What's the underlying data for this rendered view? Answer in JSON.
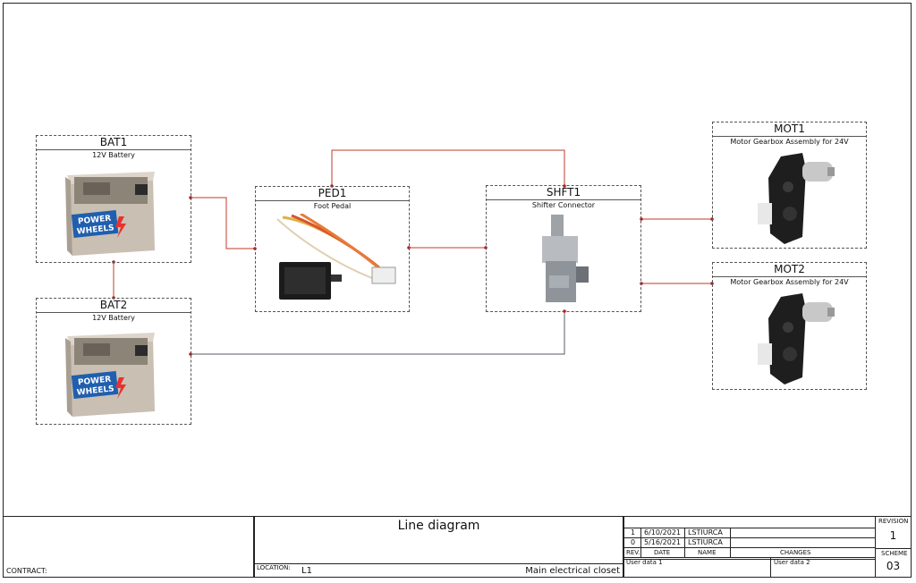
{
  "components": {
    "bat1": {
      "tag": "BAT1",
      "desc": "12V Battery",
      "brand_top": "POWER",
      "brand_bottom": "WHEELS"
    },
    "bat2": {
      "tag": "BAT2",
      "desc": "12V Battery",
      "brand_top": "POWER",
      "brand_bottom": "WHEELS"
    },
    "ped1": {
      "tag": "PED1",
      "desc": "Foot Pedal"
    },
    "shft1": {
      "tag": "SHFT1",
      "desc": "Shifter Connector"
    },
    "mot1": {
      "tag": "MOT1",
      "desc": "Motor Gearbox Assembly for 24V"
    },
    "mot2": {
      "tag": "MOT2",
      "desc": "Motor Gearbox Assembly for 24V"
    }
  },
  "colors": {
    "wire_red": "#c0392b",
    "wire_dark": "#555c66",
    "dot": "#b22222"
  },
  "title_block": {
    "title": "Line diagram",
    "contract_label": "CONTRACT:",
    "location_label": "LOCATION:",
    "location_value": "L1",
    "place": "Main electrical closet",
    "revisions": [
      {
        "rev": "1",
        "date": "6/10/2021",
        "name": "LSTIURCA"
      },
      {
        "rev": "0",
        "date": "5/16/2021",
        "name": "LSTIURCA"
      }
    ],
    "hdr_rev": "REV.",
    "hdr_date": "DATE",
    "hdr_name": "NAME",
    "hdr_changes": "CHANGES",
    "user_data_1": "User data 1",
    "user_data_2": "User data 2",
    "revision_label": "REVISION",
    "revision_value": "1",
    "scheme_label": "SCHEME",
    "scheme_value": "03"
  }
}
